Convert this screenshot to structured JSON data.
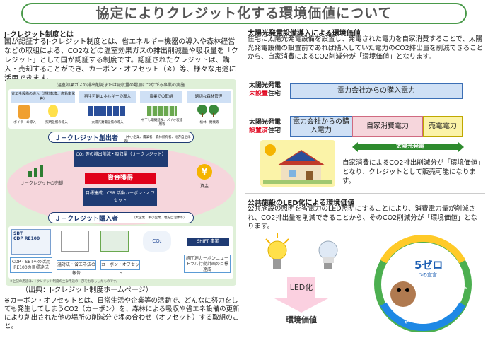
{
  "page": {
    "title": "協定によりクレジット化する環境価値について"
  },
  "jcredit": {
    "heading": "J-クレジット制度とは",
    "body": "国が認証するJ-クレジット制度とは、省エネルギー機器の導入や森林経営などの取組による、CO2などの温室効果ガスの排出削減量や吸収量を「クレジット」として国が認証する制度です。認証されたクレジットは、購入・売却することができ、カーボン・オフセット（※）等、様々な用途に活用できます。",
    "diagram": {
      "top_caption": "温室効果ガスの排出削減または吸収量の増加につながる事業の実施",
      "cat1": "省エネ設備の導入（燃料転換、高効率化等）",
      "cat2": "再生可能エネルギーの導入",
      "cat3": "農業での取組",
      "cat4": "適切な森林管理",
      "item1": "ボイラーの導入",
      "item2": "照明設備の導入",
      "item3": "太陽光発電設備の導入",
      "item4": "中干し期間延長、バイオ炭施用等",
      "item5": "植林・間伐等",
      "creator": "Ｊ－クレジット創出者",
      "creator_sub": "（中小企業、農業者、森林所有者、地方自治体等）",
      "center_box": "CO₂ 等の排出削減・吸収量（Ｊ－クレジット）",
      "fund": "資金獲得",
      "goal": "目標達成、CSR 活動カーボン・オフセット",
      "left_label": "Ｊ－クレジットの売却",
      "right_label": "資金",
      "buyer": "Ｊ－クレジット購入者",
      "buyer_sub": "（大企業、中小企業、地方自治体等）",
      "u1": "CDP・SBTへの活用RE100の目標達成",
      "u2": "温対法・省エネ法の報告",
      "u3": "カーボン・オフセット",
      "u4": "SHIFT 事業",
      "u5": "経団連カーボンニュートラル行動計画の目標達成",
      "note": "※上記の用途は、J-クレジット制度の主な用途の一部をお示ししたものです。"
    },
    "source": "（出典：J-クレジット制度ホームページ）",
    "offset_note": "※カーボン・オフセットとは、日常生活や企業等の活動で、どんなに努力をしても発生してしまうCO2（カーボン）を、森林による吸収や省エネ設備の更新により創出された他の場所の削減分で埋め合わせ（オフセット）する取組のこと。"
  },
  "solar": {
    "heading": "太陽光発電設備導入による環境価値",
    "body": "住宅に太陽光発電設備を設置し、発電された電力を自家消費することで、太陽光発電設備の設置前であれば購入していた電力のCO2排出量を削減できることから、自家消費によるCO2削減分が「環境価値」となります。",
    "row1_label_a": "太陽光発電",
    "row1_label_b": "未設置",
    "row1_label_c": "住宅",
    "row1_bar": "電力会社からの購入電力",
    "row2_label_a": "太陽光発電",
    "row2_label_b": "設置済",
    "row2_label_c": "住宅",
    "row2_bar1": "電力会社からの購入電力",
    "row2_bar2": "自家消費電力",
    "row2_bar3": "売電電力",
    "arrow_label": "太陽光発電",
    "explain": "自家消費によるCO2排出削減分が「環境価値」となり、クレジットとして販売可能になります。"
  },
  "led": {
    "heading": "公共施設のLED化による環境価値",
    "body": "公共施設の照明を省電力のLED照明にすることにより、消費電力量が削減され、CO2排出量を削減できることから、そのCO2削減分が「環境価値」となります。",
    "label": "LED化",
    "value": "環境価値"
  },
  "logo": {
    "text_main": "5ゼロ",
    "text_sub": "つの宣言",
    "ring": "MIDORI 5ZERO PROCLAMATIONS"
  },
  "colors": {
    "green": "#4a9a4a",
    "navy": "#1f3b73",
    "blue_light": "#cfe0f5",
    "pink": "#f6d6dc",
    "yellow": "#fbf3a8",
    "red": "#e0001a"
  }
}
